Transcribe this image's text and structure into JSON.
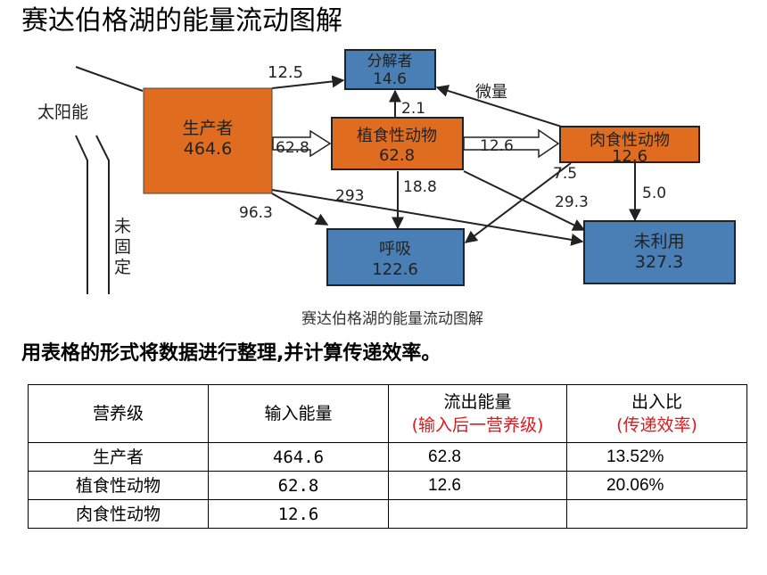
{
  "title": "赛达伯格湖的能量流动图解",
  "diagram": {
    "caption": "赛达伯格湖的能量流动图解",
    "sun_label": "太阳能",
    "unfixed_label": [
      "未",
      "固",
      "定"
    ],
    "colors": {
      "orange": "#e06d1f",
      "blue": "#4a7fb5",
      "dark": "#222222"
    },
    "nodes": {
      "producer": {
        "name": "生产者",
        "value": "464.6"
      },
      "decomposer": {
        "name": "分解者",
        "value": "14.6"
      },
      "herbivore": {
        "name": "植食性动物",
        "value": "62.8"
      },
      "carnivore": {
        "name": "肉食性动物",
        "value": "12.6"
      },
      "respiration": {
        "name": "呼吸",
        "value": "122.6"
      },
      "unused": {
        "name": "未利用",
        "value": "327.3"
      }
    },
    "flows": {
      "producer_to_decomposer": "12.5",
      "producer_to_herbivore": "62.8",
      "herbivore_to_decomposer": "2.1",
      "carnivore_to_decomposer": "微量",
      "herbivore_to_carnivore": "12.6",
      "producer_to_respiration": "96.3",
      "producer_to_unused": "293",
      "herbivore_to_respiration": "18.8",
      "carnivore_to_respiration": "7.5",
      "herbivore_to_unused": "29.3",
      "carnivore_to_unused": "5.0"
    }
  },
  "subtitle": "用表格的形式将数据进行整理,并计算传递效率。",
  "table": {
    "headers": [
      {
        "main": "营养级",
        "sub": ""
      },
      {
        "main": "输入能量",
        "sub": ""
      },
      {
        "main": "流出能量",
        "sub": "(输入后一营养级)"
      },
      {
        "main": "出入比",
        "sub": "(传递效率)"
      }
    ],
    "rows": [
      [
        "生产者",
        "464.6",
        "62.8",
        "13.52%"
      ],
      [
        "植食性动物",
        "62.8",
        "12.6",
        "20.06%"
      ],
      [
        "肉食性动物",
        "12.6",
        "",
        ""
      ]
    ]
  }
}
